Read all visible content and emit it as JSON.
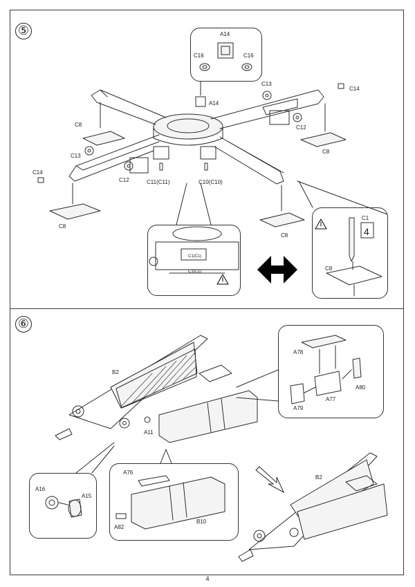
{
  "steps": [
    {
      "number": "⑤"
    },
    {
      "number": "⑥"
    }
  ],
  "step5": {
    "parts": {
      "A14": "A14",
      "C16": "C16",
      "C13": "C13",
      "C14": "C14",
      "C12": "C12",
      "C8": "C8",
      "C11": "C11(C11)",
      "C10": "C10(C10)",
      "C1": "C1",
      "C1_paren": "C1(C1)"
    },
    "glue_count": "4"
  },
  "step6": {
    "parts": {
      "B2": "B2",
      "A11": "A11",
      "A78": "A78",
      "A77": "A77",
      "A79": "A79",
      "A80": "A80",
      "A16": "A16",
      "A15": "A15",
      "A76": "A76",
      "A82": "A82",
      "B10": "B10"
    }
  },
  "page_number": "4",
  "colors": {
    "line": "#2a2a2a",
    "fill_light": "#f4f4f4",
    "warning": "#000000"
  }
}
